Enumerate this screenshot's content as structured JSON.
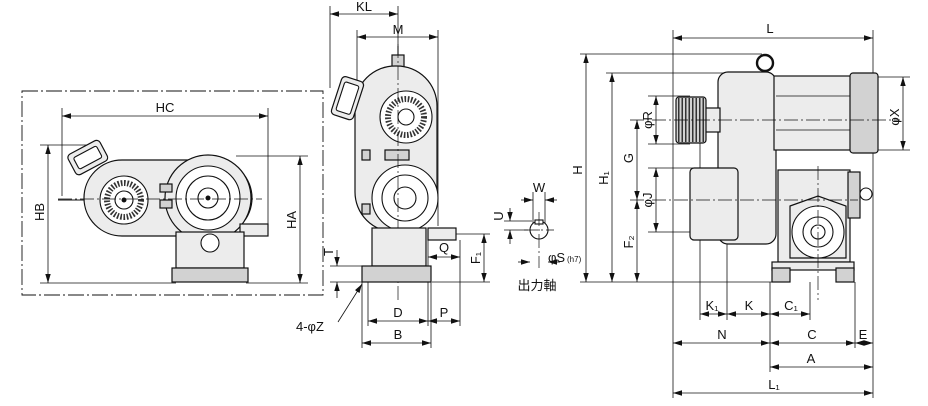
{
  "side_view": {
    "hc": "HC",
    "hb": "HB",
    "ha": "HA"
  },
  "front_view": {
    "kl": "KL",
    "m": "M",
    "t": "T",
    "f1": "F₁",
    "q": "Q",
    "d": "D",
    "p": "P",
    "b": "B",
    "z": "4-φZ"
  },
  "output_shaft": {
    "w": "W",
    "u": "U",
    "s": "φS",
    "s_fit": "(h7)",
    "caption": "出力軸"
  },
  "motor_view": {
    "l": "L",
    "h": "H",
    "h1": "H₁",
    "g": "G",
    "f2": "F₂",
    "r": "φR",
    "j": "φJ",
    "x": "φX",
    "k1": "K₁",
    "k": "K",
    "c1": "C₁",
    "n": "N",
    "c": "C",
    "e": "E",
    "a": "A",
    "l1": "L₁"
  },
  "colors": {
    "line": "#111111",
    "body": "#ececec",
    "face": "#ffffff"
  }
}
